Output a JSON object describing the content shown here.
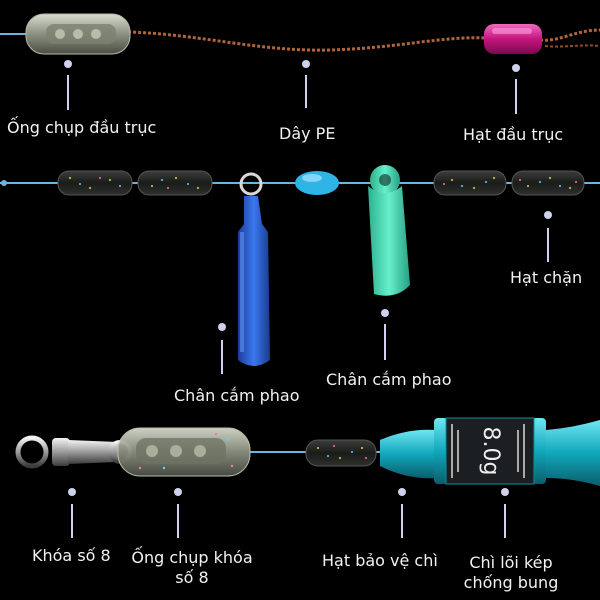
{
  "labels": {
    "top_left": "Ống chụp đầu trục",
    "top_mid": "Dây PE",
    "top_right": "Hạt đầu trục",
    "mid_right": "Hạt chặn",
    "mid_blue": "Chân cắm phao",
    "mid_green": "Chân cắm phao",
    "bot_swivel": "Khóa số 8",
    "bot_capsule_line1": "Ống chụp khóa",
    "bot_capsule_line2": "số 8",
    "bot_bead": "Hạt bảo vệ chì",
    "bot_sinker_line1": "Chì lõi kép",
    "bot_sinker_line2": "chống bung"
  },
  "sinker_marking": "8.0g",
  "colors": {
    "background": "#000000",
    "line": "#6fb3e0",
    "pe_line": "#b0663a",
    "pink_bead": "#d81b8c",
    "blue_stem": "#2a5fd0",
    "green_stem": "#3fd6b0",
    "oval_bead": "#2fb4e6",
    "sinker": "#18b6c8",
    "pointer": "#cfd2ee"
  },
  "icons": [
    "capsule-icon",
    "swivel-icon",
    "sinker-icon",
    "bead-icon"
  ]
}
